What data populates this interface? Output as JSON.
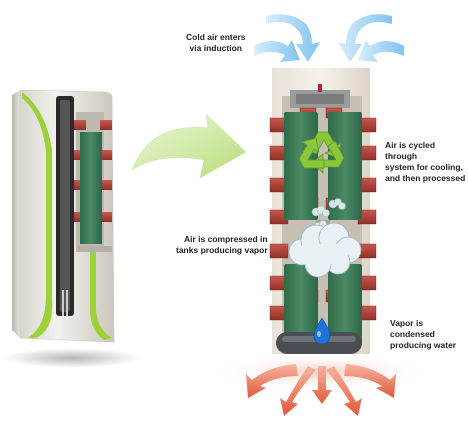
{
  "labels": {
    "cold_air": [
      "Cold air enters",
      "via induction"
    ],
    "cycled": [
      "Air is cycled through",
      "system for cooling,",
      "and then processed"
    ],
    "compressed": [
      "Air is compressed in",
      "tanks producing vapor"
    ],
    "condensed": [
      "Vapor is condensed",
      "producing water"
    ]
  },
  "colors": {
    "cold_air": "#8fcbf2",
    "hot_air": "#ee7a5e",
    "green_panel": "#3f7f5a",
    "brick": "#b0443a",
    "lime": "#9cd13a",
    "water": "#1e73d8"
  },
  "icons": [
    "recycle-icon",
    "water-drop-icon",
    "vapor-cloud-icon"
  ]
}
